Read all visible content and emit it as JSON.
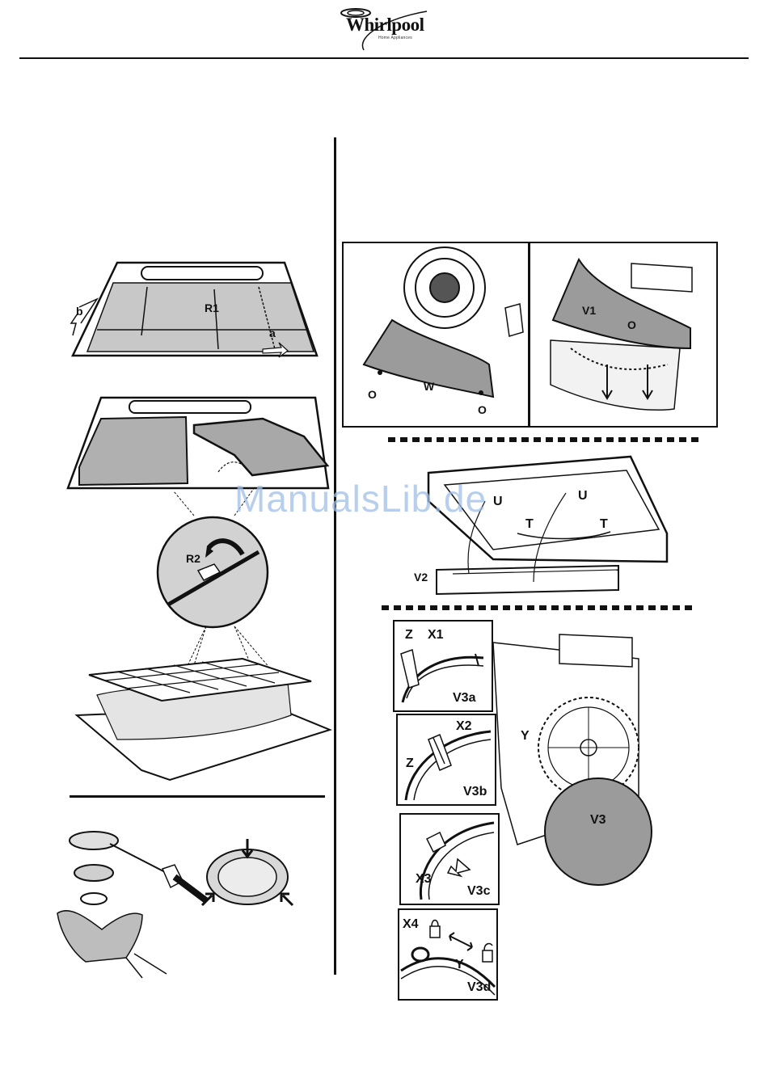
{
  "header": {
    "brand": "Whirlpool",
    "brand_sub": "Home Appliances"
  },
  "watermark": "ManualsLib.de",
  "labels": {
    "b": "b",
    "r1": "R1",
    "a": "a",
    "r2": "R2",
    "o1": "O",
    "o2": "O",
    "o3": "O",
    "w": "W",
    "v1": "V1",
    "u1": "U",
    "u2": "U",
    "t1": "T",
    "t2": "T",
    "v2": "V2",
    "z1": "Z",
    "x1": "X1",
    "v3a": "V3a",
    "x2": "X2",
    "z2": "Z",
    "v3b": "V3b",
    "y1": "Y",
    "v3": "V3",
    "x3": "X3",
    "v3c": "V3c",
    "x4": "X4",
    "y2": "Y",
    "v3d": "V3d"
  },
  "colors": {
    "filter_gray": "#c8c8c8",
    "panel_gray": "#9b9b9b",
    "ink": "#111111",
    "watermark": "#9fbfe6"
  }
}
